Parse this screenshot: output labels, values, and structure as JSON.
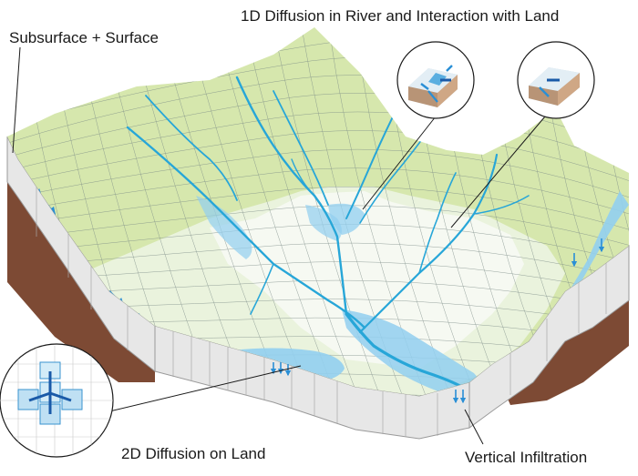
{
  "labels": {
    "subsurface_surface": "Subsurface + Surface",
    "river_diffusion": "1D Diffusion in River and Interaction with Land",
    "land_diffusion": "2D Diffusion on Land",
    "vertical_infiltration": "Vertical Infiltration"
  },
  "colors": {
    "upland_green": "#d6e7ad",
    "lowland_green": "#eaf3dd",
    "floodplain_white": "#f6f9f2",
    "soil_brown": "#7d4a34",
    "cross_section_gray": "#e7e7e7",
    "water_blue": "#92cff0",
    "river_blue": "#27a6d8",
    "arrow_blue": "#2a8fd6",
    "arrow_dark_blue": "#1a5aa8",
    "mesh_gray": "#7b8a86"
  },
  "icons": [
    "river-cell-cross-section-icon",
    "river-land-exchange-icon",
    "2d-cell-flow-icon"
  ]
}
